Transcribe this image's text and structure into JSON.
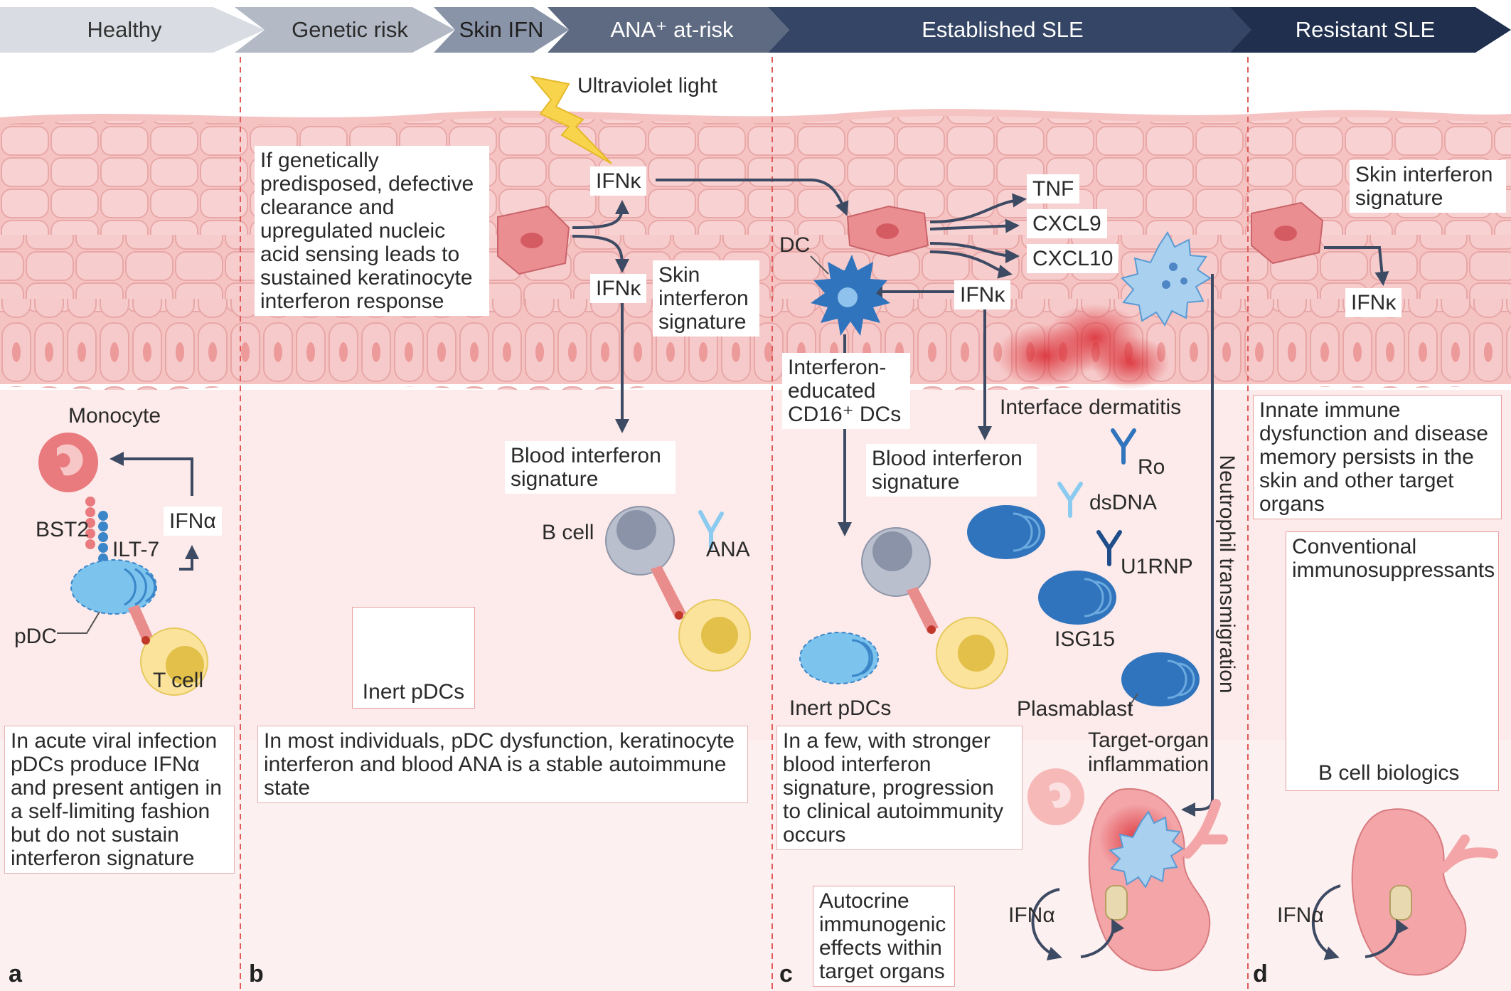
{
  "stages": [
    {
      "label": "Healthy",
      "color": "#d9dde3",
      "text_color": "#333"
    },
    {
      "label": "Genetic risk",
      "color": "#b3bac6",
      "text_color": "#2b2b2b"
    },
    {
      "label": "Skin IFN",
      "color": "#8a94a8",
      "text_color": "#1f1f1f"
    },
    {
      "label": "ANA⁺ at-risk",
      "color": "#5e6a82",
      "text_color": "#ffffff"
    },
    {
      "label": "Established SLE",
      "color": "#344565",
      "text_color": "#ffffff"
    },
    {
      "label": "Resistant SLE",
      "color": "#1f2f4d",
      "text_color": "#ffffff"
    }
  ],
  "panels": {
    "a": "a",
    "b": "b",
    "c": "c",
    "d": "d"
  },
  "colors": {
    "skin_upper": "#f6c6c6",
    "skin_lower": "#fde6e6",
    "cell_fill": "#f8d3d3",
    "cell_stroke": "#e8a7a7",
    "nucleus": "#ec9a9a",
    "arrow": "#3d4a63",
    "divider": "#e05a5a",
    "pdc": "#7cc3ee",
    "bcell": "#9aa3b8",
    "tcell": "#f6d978",
    "plasmablast": "#2f74bd",
    "monocyte": "#e66f73"
  },
  "labels": {
    "uv": "Ultraviolet light",
    "ifnk_top": "IFNκ",
    "ifnk_mid": "IFNκ",
    "skin_sig_b": "Skin interferon signature",
    "blood_sig_b": "Blood interferon signature",
    "bcell": "B cell",
    "ana": "ANA",
    "inert_pdcs_b": "Inert pDCs",
    "genetic_box": "If genetically predisposed, defective clearance and upregulated nucleic acid sensing leads to sustained keratinocyte interferon response",
    "monocyte": "Monocyte",
    "bst2": "BST2",
    "ilt7": "ILT-7",
    "ifna_a": "IFNα",
    "pdc": "pDC",
    "tcell": "T cell",
    "box_a": "In acute viral infection pDCs produce IFNα and present antigen in a self-limiting fashion but do not sustain interferon signature",
    "box_b": "In most individuals, pDC dysfunction, keratinocyte interferon and blood ANA is a stable autoimmune state",
    "tnf": "TNF",
    "cxcl9": "CXCL9",
    "cxcl10": "CXCL10",
    "dc": "DC",
    "ifnk_c": "IFNκ",
    "dc_label": "Interferon-educated CD16⁺ DCs",
    "interface": "Interface dermatitis",
    "blood_sig_c": "Blood interferon signature",
    "ro": "Ro",
    "dsdna": "dsDNA",
    "u1rnp": "U1RNP",
    "isg15": "ISG15",
    "plasmablast": "Plasmablast",
    "inert_pdcs_c": "Inert pDCs",
    "neutrophil": "Neutrophil transmigration",
    "target_organ": "Target-organ inflammation",
    "box_c": "In a few, with stronger blood interferon signature, progression to clinical autoimmunity occurs",
    "autocrine": "Autocrine immunogenic effects within target organs",
    "ifna_c": "IFNα",
    "skin_sig_d": "Skin interferon signature",
    "ifnk_d": "IFNκ",
    "innate_box": "Innate immune dysfunction and disease memory persists in the skin and other target organs",
    "conventional": "Conventional immunosuppressants",
    "bcell_bio": "B cell biologics",
    "ifna_d": "IFNα"
  }
}
